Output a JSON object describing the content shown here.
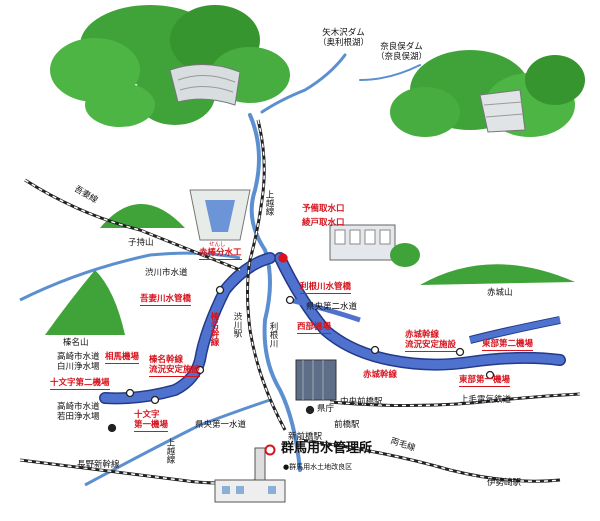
{
  "labels": {
    "yagisawa_dam": "矢木沢ダム",
    "yagisawa_lake": "（奥利根湖）",
    "naramata_dam": "奈良俣ダム",
    "naramata_lake": "（奈良俣湖）",
    "joetsu_line": "上越線",
    "agatsuma_line": "吾妻線",
    "komochiyama": "子持山",
    "akagiyama": "赤城山",
    "harunasan": "榛名山",
    "yobi_intake": "予備取水口",
    "ayado_intake": "綾戸取水口",
    "senshi_ruby": "せんし",
    "akagi_bunsuiko": "赤棒分水工",
    "shibukawa_water": "渋川市水道",
    "tonegawa_bridge": "利根川水管橋",
    "agatsumagawa_bridge": "吾妻川水管橋",
    "kenou_2_water": "県央第二水道",
    "shibukawa_station": "渋川駅",
    "tonegawa": "利根川",
    "haruna_trunk": "榛名幹線",
    "seibu_pump": "西部機場",
    "akagi_stability": "赤城幹線",
    "akagi_stability2": "流況安定施設",
    "tobu_2_pump": "東部第二機場",
    "takasaki_water": "高崎市水道",
    "shirakawa_plant": "白川浄水場",
    "soma_pump": "相馬機場",
    "haruna_stability": "榛名幹線",
    "haruna_stability2": "流況安定施設",
    "akagi_trunk": "赤城幹線",
    "tobu_1_pump": "東部第一機場",
    "jumonji_2_pump": "十文字第二機場",
    "kencho": "県庁",
    "chuo_maebashi": "中央前橋駅",
    "kamo_railway": "上毛電気鉄道",
    "takasaki_water2": "高崎市水道",
    "wakata_plant": "若田浄水場",
    "jumonji_1a": "十文字",
    "jumonji_1b": "第一機場",
    "kenou_1_water": "県央第一水道",
    "shinmaebashi": "新前橋駅",
    "maebashi_station": "前橋駅",
    "ryomo_line": "両毛線",
    "joetsu_line2": "上越線",
    "hq_name": "群馬用水管理所",
    "hq_sub": "●群馬用水土地改良区",
    "nagano_shinkansen": "長野新幹線",
    "isesaki_station": "伊勢崎駅"
  },
  "colors": {
    "river": "#5c8fd0",
    "canal": "#4466cc",
    "canal_edge": "#223a88",
    "mountain": "#3fa33a",
    "mountain_dark": "#2d7a2a",
    "label_red": "#d7141e"
  }
}
